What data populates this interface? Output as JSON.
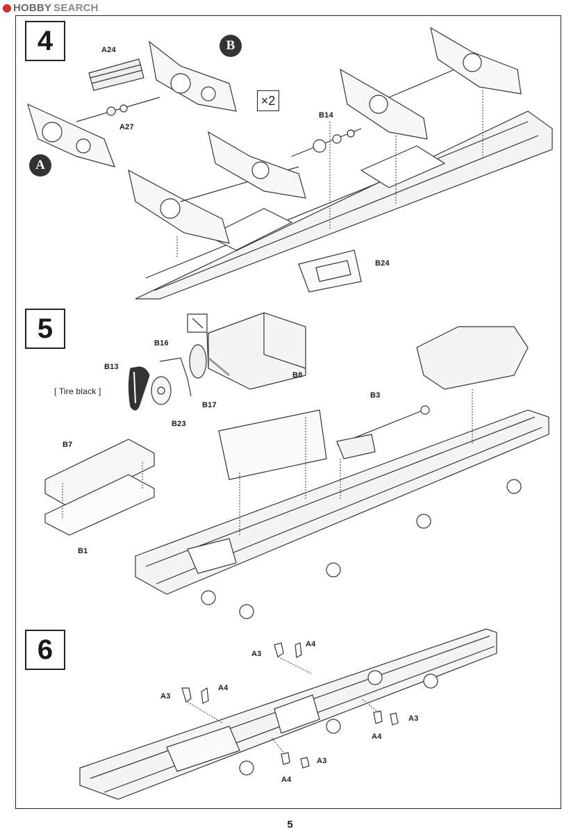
{
  "watermark": {
    "brand": "HOBBY",
    "word": "SEARCH"
  },
  "steps": [
    {
      "number": "4",
      "quantity": "×2",
      "subassemblies": [
        "A",
        "B"
      ],
      "labels": {
        "a24": "A24",
        "a27": "A27",
        "b14": "B14",
        "b24": "B24"
      }
    },
    {
      "number": "5",
      "color_note": "[ Tire black ]",
      "labels": {
        "b16": "B16",
        "b13": "B13",
        "b8": "B8",
        "b17": "B17",
        "b23": "B23",
        "b3": "B3",
        "b7": "B7",
        "b1": "B1"
      }
    },
    {
      "number": "6",
      "labels": {
        "a3": "A3",
        "a4": "A4"
      }
    }
  ],
  "page_number": "5",
  "colors": {
    "line": "#333333",
    "frame": "#222222",
    "badge": "#333333"
  }
}
